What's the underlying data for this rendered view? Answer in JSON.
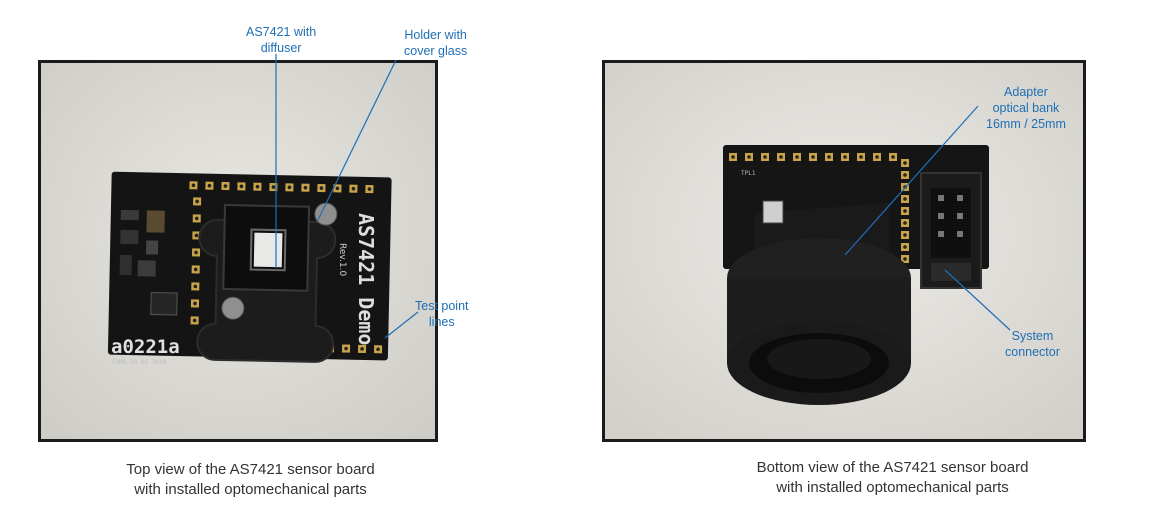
{
  "left_panel": {
    "board_title": "AS7421 Demo",
    "board_rev": "Rev.1.0",
    "board_code": "a0221a",
    "board_date": "FHME 29.06.2018",
    "labels": {
      "sensor": "AS7421 with\ndiffuser",
      "holder": "Holder with\ncover glass",
      "testpoints": "Test point\nlines"
    },
    "caption": "Top view of the AS7421 sensor board\nwith installed optomechanical parts"
  },
  "right_panel": {
    "board_silk": "TPL1",
    "labels": {
      "adapter": "Adapter\noptical bank\n16mm / 25mm",
      "connector": "System\nconnector"
    },
    "caption": "Bottom view of the AS7421 sensor board\nwith installed optomechanical parts"
  },
  "colors": {
    "label_blue": "#1f6fb5",
    "board": "#161616",
    "pad_gold": "#c9a34a"
  }
}
